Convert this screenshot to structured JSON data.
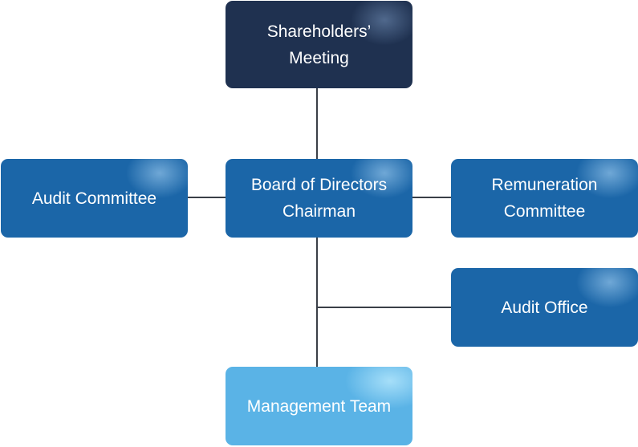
{
  "nodes": {
    "shareholders": {
      "line1": "Shareholders’",
      "line2": "Meeting"
    },
    "board": {
      "line1": "Board of Directors",
      "line2": "Chairman"
    },
    "audit_committee": {
      "label": "Audit Committee"
    },
    "remuneration": {
      "line1": "Remuneration",
      "line2": "Committee"
    },
    "audit_office": {
      "label": "Audit Office"
    },
    "management": {
      "label": "Management Team"
    }
  },
  "colors": {
    "dark": "#1f3150",
    "mid": "#1b66a8",
    "light": "#5ab3e6",
    "connector": "#3a3f47"
  }
}
